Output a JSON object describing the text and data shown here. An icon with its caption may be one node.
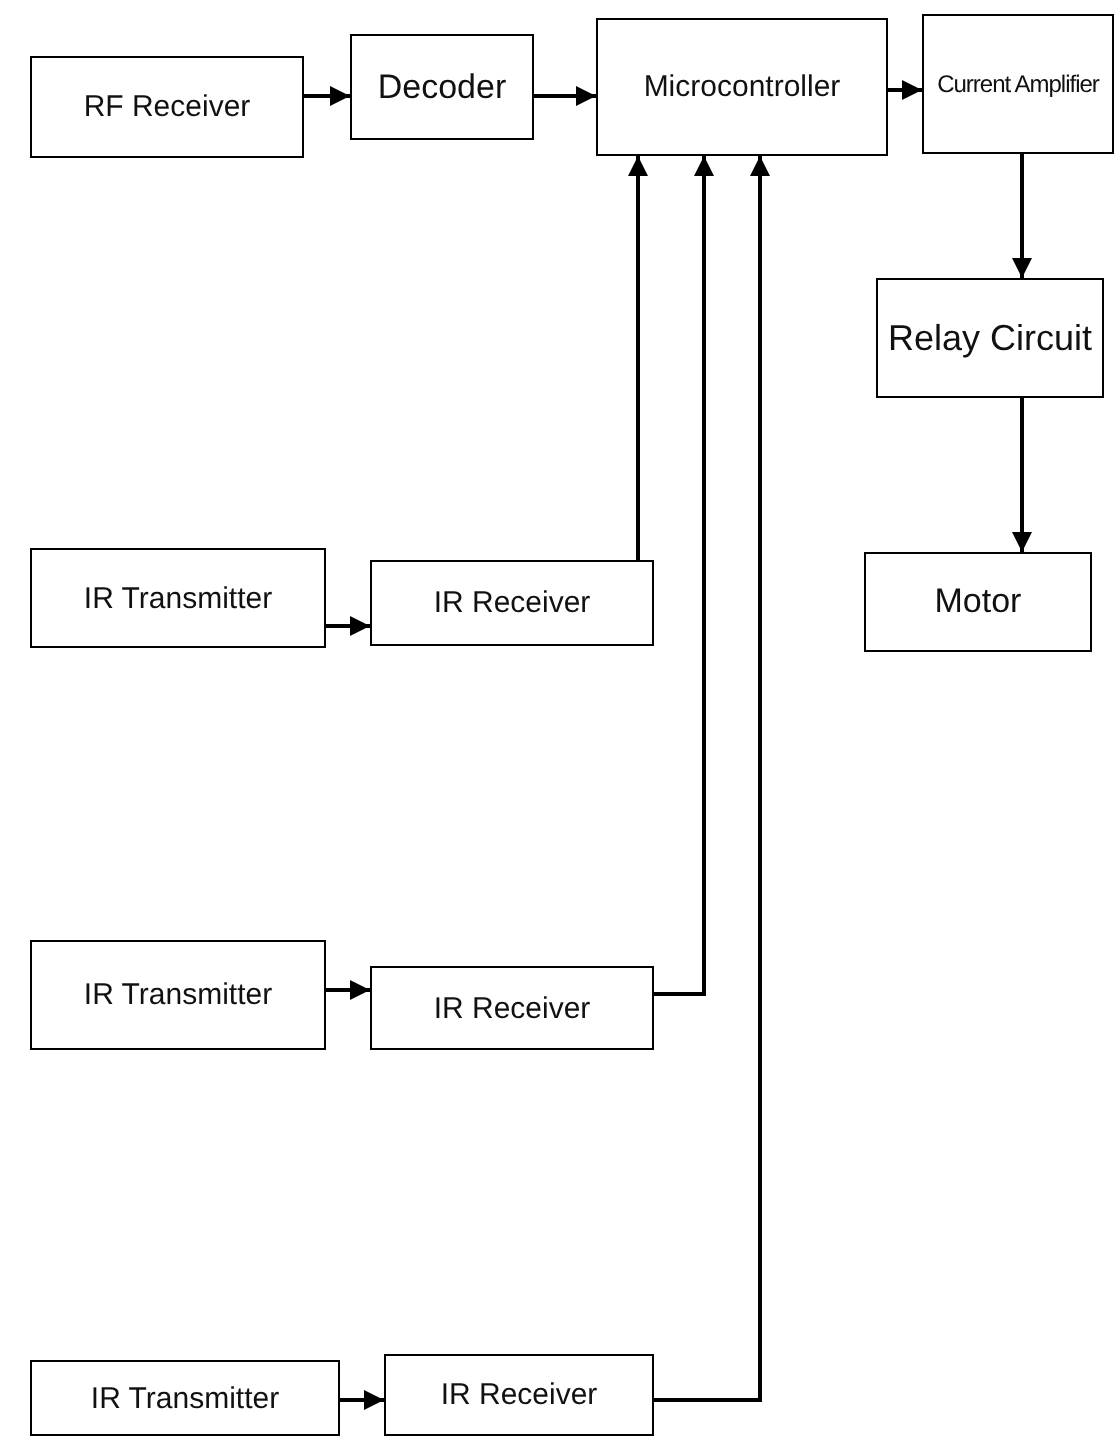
{
  "diagram": {
    "nodes": [
      {
        "text": [
          "RF Receiver"
        ]
      },
      {
        "text": [
          "Decoder"
        ]
      },
      {
        "text": [
          "Microcontroller"
        ]
      },
      {
        "text": [
          "Current Amplifier"
        ]
      },
      {
        "text": [
          "Relay Circuit"
        ]
      },
      {
        "text": [
          "Motor"
        ]
      },
      {
        "text": [
          "IR Transmitter"
        ]
      },
      {
        "text": [
          "IR Receiver"
        ]
      },
      {
        "text": [
          "IR Transmitter"
        ]
      },
      {
        "text": [
          "IR Receiver"
        ]
      },
      {
        "text": [
          "IR Transmitter"
        ]
      },
      {
        "text": [
          "IR Receiver"
        ]
      }
    ],
    "edges": [
      {
        "from": 0,
        "to": 1,
        "arrow": "to"
      },
      {
        "from": 1,
        "to": 2,
        "arrow": "to"
      },
      {
        "from": 2,
        "to": 3,
        "arrow": "to"
      },
      {
        "from": 3,
        "to": 4,
        "arrow": "to"
      },
      {
        "from": 4,
        "to": 5,
        "arrow": "to"
      },
      {
        "from": 6,
        "to": 7,
        "arrow": "to"
      },
      {
        "from": 7,
        "to": 2,
        "arrow": "to"
      },
      {
        "from": 8,
        "to": 9,
        "arrow": "to"
      },
      {
        "from": 9,
        "to": 2,
        "arrow": "to"
      },
      {
        "from": 10,
        "to": 11,
        "arrow": "to"
      },
      {
        "from": 11,
        "to": 2,
        "arrow": "to"
      }
    ]
  }
}
